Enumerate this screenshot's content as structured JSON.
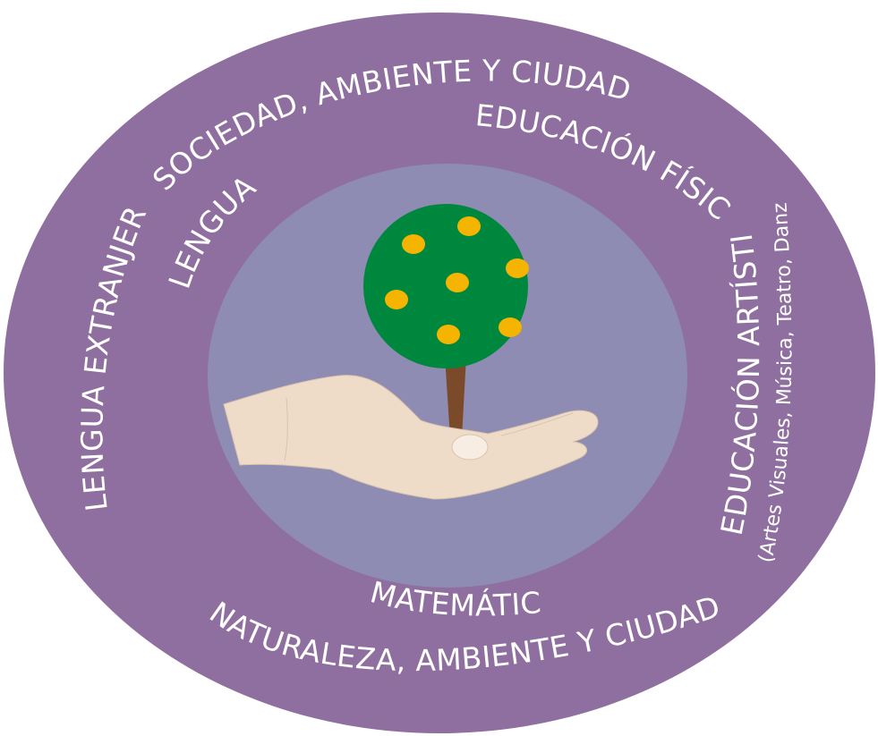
{
  "colors": {
    "outer_ring": "#8f6f9f",
    "inner_circle": "#8e8cb2",
    "tree_crown": "#00873e",
    "fruit": "#f5b400",
    "trunk": "#7a4a2a",
    "hand": "#efdcc8",
    "label_text": "#ffffff"
  },
  "labels": {
    "sociedad": "SOCIEDAD, AMBIENTE Y CIUDADANÍA",
    "educacion_fisica": "EDUCACIÓN FÍSICA",
    "lengua": "LENGUA",
    "lengua_extranjera": "LENGUA EXTRANJERA",
    "educacion_artistica": "EDUCACIÓN ARTÍSTICA",
    "educacion_artistica_detail": "(Artes Visuales, Música, Teatro, Danza)",
    "matematica": "MATEMÁTICA",
    "naturaleza": "NATURALEZA, AMBIENTE Y CIUDADANÍA"
  },
  "icons": {
    "tree": "tree-icon",
    "hand": "open-hand-icon"
  }
}
